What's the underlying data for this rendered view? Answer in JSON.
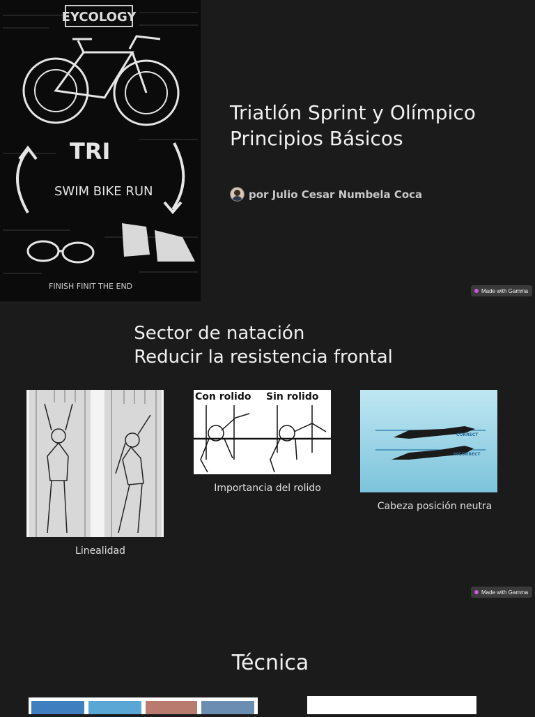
{
  "slide1": {
    "hero_image_label": "EYCOLOGY",
    "hero_text": "SWIM BIKE RUN",
    "title_line1": "Triatlón Sprint y Olímpico",
    "title_line2": "Principios Básicos",
    "author": "por Julio Cesar Numbela Coca",
    "badge": "Made with Gamma"
  },
  "slide2": {
    "title": " Sector de natación\n Reducir la resistencia frontal",
    "images": [
      {
        "caption": "Linealidad"
      },
      {
        "caption": "Importancia del rolido",
        "label_left": "Con rolido",
        "label_right": "Sin rolido"
      },
      {
        "caption": "Cabeza posición neutra",
        "label_top": "CORRECT",
        "label_bottom": "INCORRECT"
      }
    ],
    "badge": "Made with Gamma"
  },
  "slide3": {
    "title": "Técnica"
  }
}
